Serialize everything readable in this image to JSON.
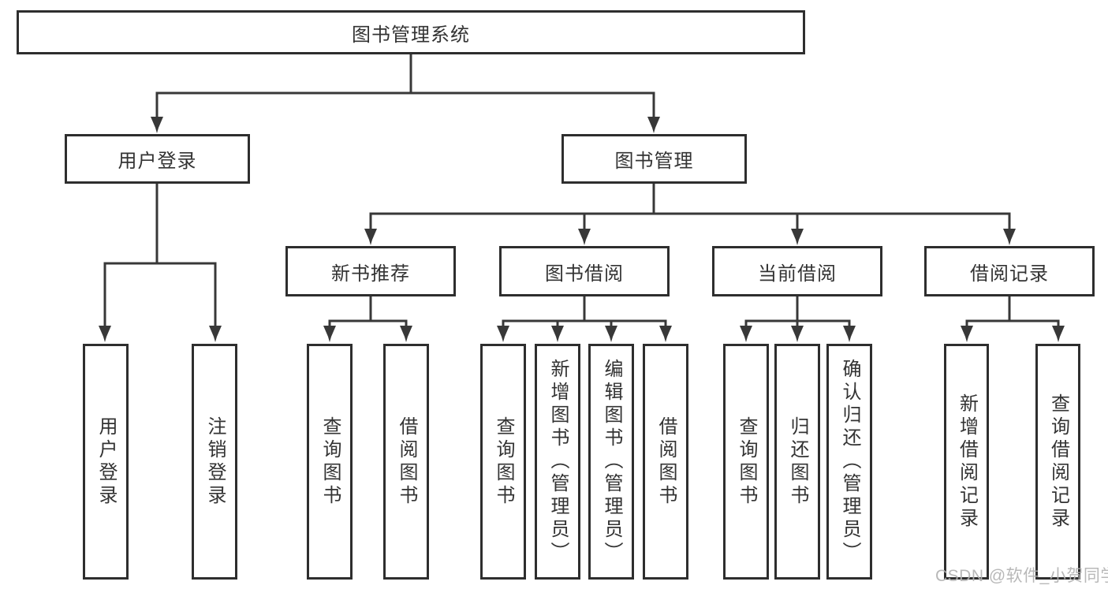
{
  "nodes": {
    "root": "图书管理系统",
    "l2": [
      "用户登录",
      "图书管理"
    ],
    "l3": [
      "新书推荐",
      "图书借阅",
      "当前借阅",
      "借阅记录"
    ],
    "l4": [
      "用户登录",
      "注销登录",
      "查询图书",
      "借阅图书",
      "查询图书",
      "新增图书（管理员）",
      "编辑图书（管理员）",
      "借阅图书",
      "查询图书",
      "归还图书",
      "确认归还（管理员）",
      "新增借阅记录",
      "查询借阅记录"
    ]
  },
  "hierarchy": {
    "图书管理系统": {
      "用户登录": [
        "用户登录",
        "注销登录"
      ],
      "图书管理": {
        "新书推荐": [
          "查询图书",
          "借阅图书"
        ],
        "图书借阅": [
          "查询图书",
          "新增图书（管理员）",
          "编辑图书（管理员）",
          "借阅图书"
        ],
        "当前借阅": [
          "查询图书",
          "归还图书",
          "确认归还（管理员）"
        ],
        "借阅记录": [
          "新增借阅记录",
          "查询借阅记录"
        ]
      }
    }
  },
  "watermark": "CSDN @软件_小贺同学",
  "colors": {
    "line": "#383838",
    "box_border": "#2e2e2e",
    "text": "#333333",
    "watermark": "#b2b2b2",
    "background": "#ffffff"
  }
}
